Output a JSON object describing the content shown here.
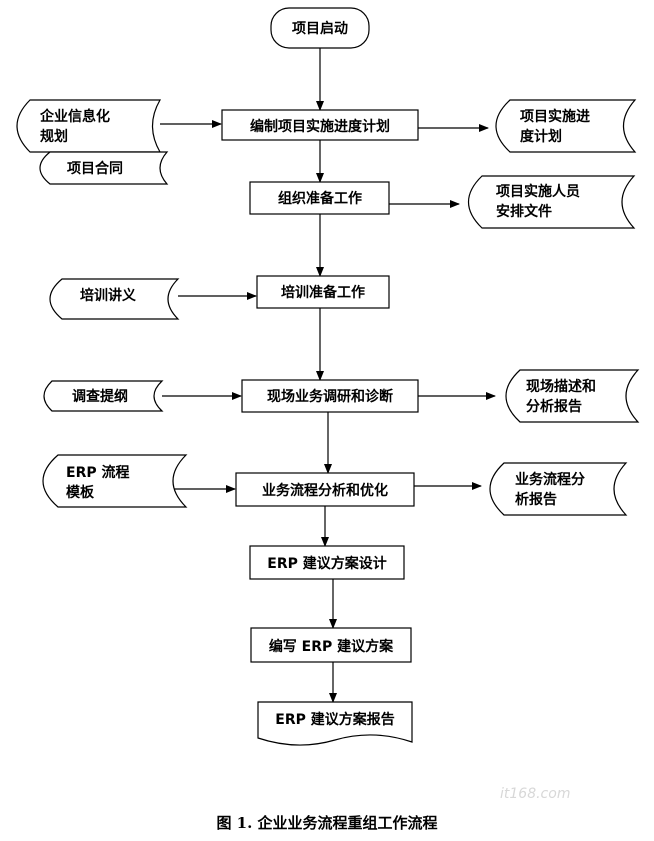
{
  "nodes": {
    "start": "项目启动",
    "plan": "编制项目实施进度计划",
    "org": "组织准备工作",
    "train": "培训准备工作",
    "survey": "现场业务调研和诊断",
    "analysis": "业务流程分析和优化",
    "design": "ERP 建议方案设计",
    "write": "编写 ERP 建议方案",
    "report": "ERP 建议方案报告"
  },
  "inputs": {
    "info_plan_1": "企业信息化",
    "info_plan_2": "规划",
    "contract": "项目合同",
    "training_material": "培训讲义",
    "outline": "调查提纲",
    "erp_template_1": "ERP 流程",
    "erp_template_2": "模板"
  },
  "outputs": {
    "schedule_1": "项目实施进",
    "schedule_2": "度计划",
    "staffing_1": "项目实施人员",
    "staffing_2": "安排文件",
    "site_report_1": "现场描述和",
    "site_report_2": "分析报告",
    "process_report_1": "业务流程分",
    "process_report_2": "析报告"
  },
  "caption": "图 1.  企业业务流程重组工作流程",
  "watermark": "it168.com"
}
